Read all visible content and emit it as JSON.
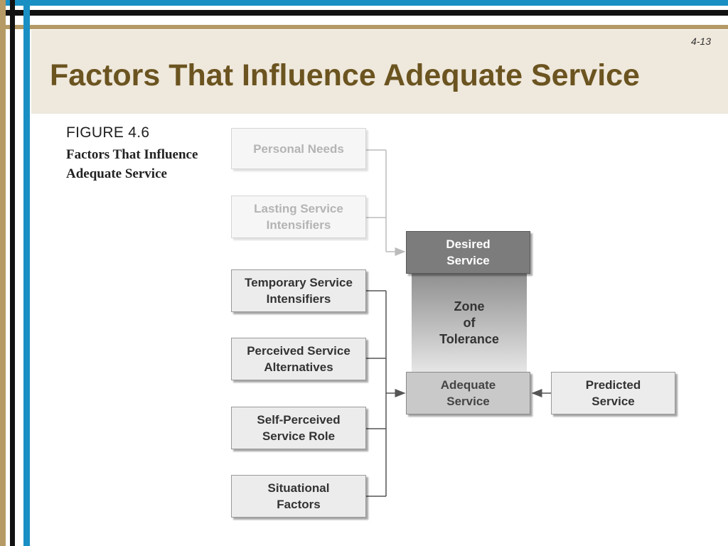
{
  "slide": {
    "number": "4-13",
    "title": "Factors That Influence Adequate Service"
  },
  "figure": {
    "label": "FIGURE 4.6",
    "caption": "Factors That Influence Adequate Service"
  },
  "diagram": {
    "nodes": {
      "personal_needs": "Personal Needs",
      "lasting_intensifiers": "Lasting Service\nIntensifiers",
      "desired_service": "Desired\nService",
      "zone_of_tolerance": "Zone\nof\nTolerance",
      "temporary_intensifiers": "Temporary Service\nIntensifiers",
      "perceived_alternatives": "Perceived Service\nAlternatives",
      "self_perceived_role": "Self-Perceived\nService Role",
      "situational_factors": "Situational\nFactors",
      "adequate_service": "Adequate\nService",
      "predicted_service": "Predicted\nService"
    },
    "edges": [
      {
        "from": "Personal Needs",
        "to": "Desired Service"
      },
      {
        "from": "Lasting Service Intensifiers",
        "to": "Desired Service"
      },
      {
        "from": "Temporary Service Intensifiers",
        "to": "Adequate Service"
      },
      {
        "from": "Perceived Service Alternatives",
        "to": "Adequate Service"
      },
      {
        "from": "Self-Perceived Service Role",
        "to": "Adequate Service"
      },
      {
        "from": "Situational Factors",
        "to": "Adequate Service"
      },
      {
        "from": "Predicted Service",
        "to": "Adequate Service"
      }
    ]
  },
  "colors": {
    "title": "#6b5420",
    "accent_blue": "#1a8fc4",
    "accent_tan": "#b59a66",
    "header_bg": "#efe8dc"
  }
}
